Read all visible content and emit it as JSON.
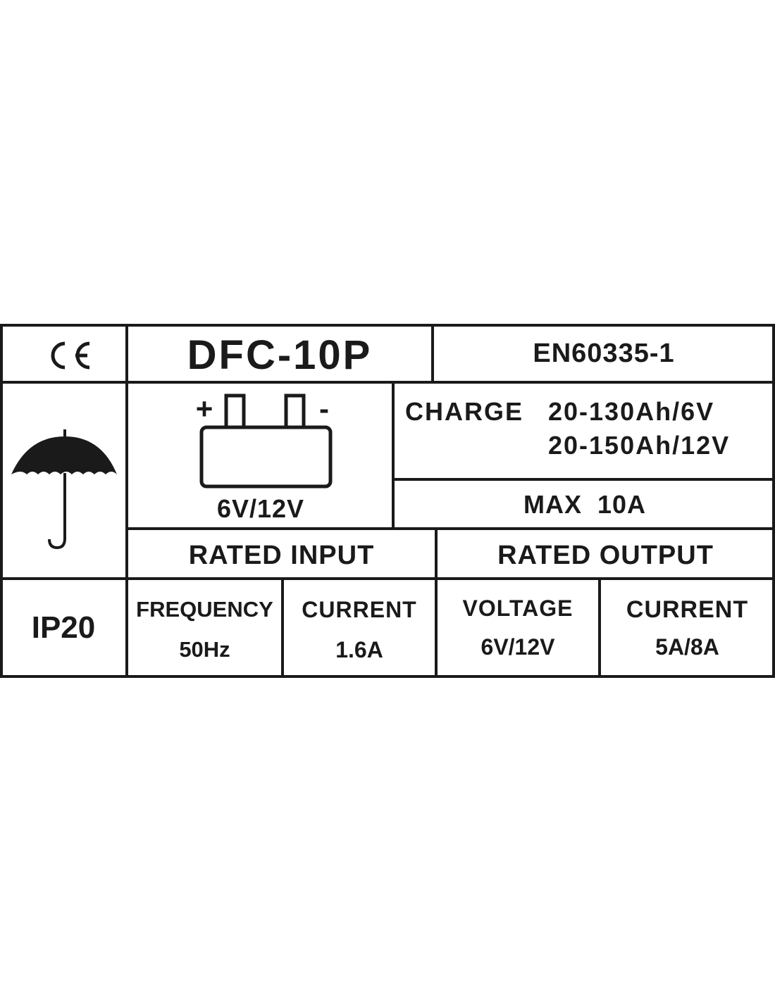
{
  "label": {
    "ce_mark": "CE",
    "model": "DFC-10P",
    "standard": "EN60335-1",
    "battery_voltage": "6V/12V",
    "battery_plus": "+",
    "battery_minus": "-",
    "charge_label": "CHARGE",
    "charge_range_6v": "20-130Ah/6V",
    "charge_range_12v": "20-150Ah/12V",
    "max_current": "MAX  10A",
    "rated_input": "RATED INPUT",
    "rated_output": "RATED OUTPUT",
    "ip_rating": "IP20",
    "input_frequency_label": "FREQUENCY",
    "input_frequency_value": "50Hz",
    "input_current_label": "CURRENT",
    "input_current_value": "1.6A",
    "output_voltage_label": "VOLTAGE",
    "output_voltage_value": "6V/12V",
    "output_current_label": "CURRENT",
    "output_current_value": "5A/8A"
  },
  "icons": {
    "battery": "battery-icon",
    "umbrella": "umbrella-icon"
  },
  "colors": {
    "ink": "#1a1a1a",
    "background": "#ffffff"
  }
}
